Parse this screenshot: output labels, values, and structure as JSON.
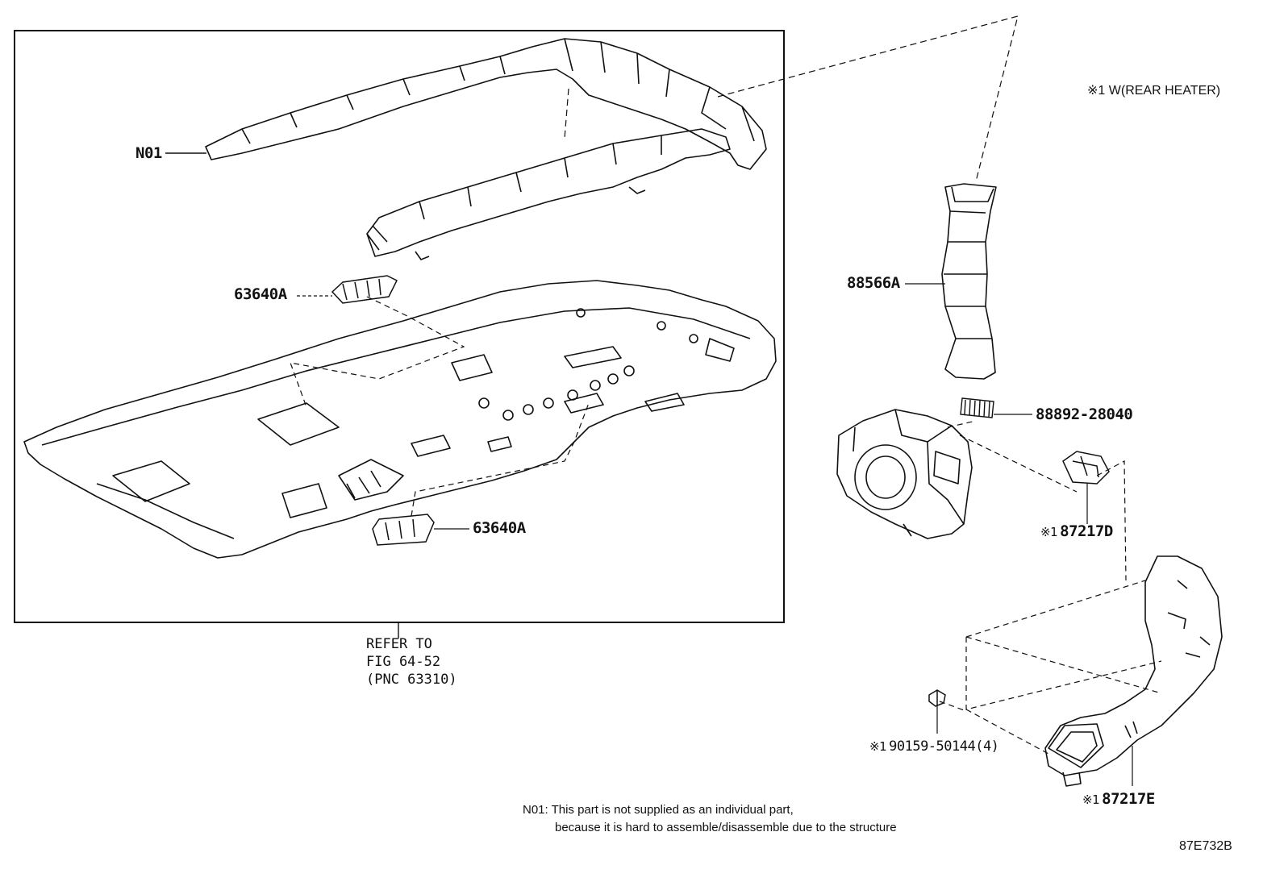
{
  "labels": {
    "n01": "N01",
    "part_63640a_top": "63640A",
    "part_63640a_bottom": "63640A",
    "part_88566a": "88566A",
    "part_88892": "88892-28040",
    "part_87217d": "87217D",
    "part_90159": "90159-50144(4)",
    "part_87217e": "87217E"
  },
  "note_marker": "※1",
  "legend": {
    "marker": "※1",
    "text": "W(REAR HEATER)"
  },
  "refer": {
    "line1": "REFER TO",
    "line2": "FIG 64-52",
    "line3": "(PNC 63310)"
  },
  "footnote": {
    "line1": "N01: This part is not supplied as an individual part,",
    "line2": "because it is hard to assemble/disassemble due to the structure"
  },
  "drawing_code": "87E732B",
  "colors": {
    "line": "#111111",
    "background": "#ffffff"
  }
}
